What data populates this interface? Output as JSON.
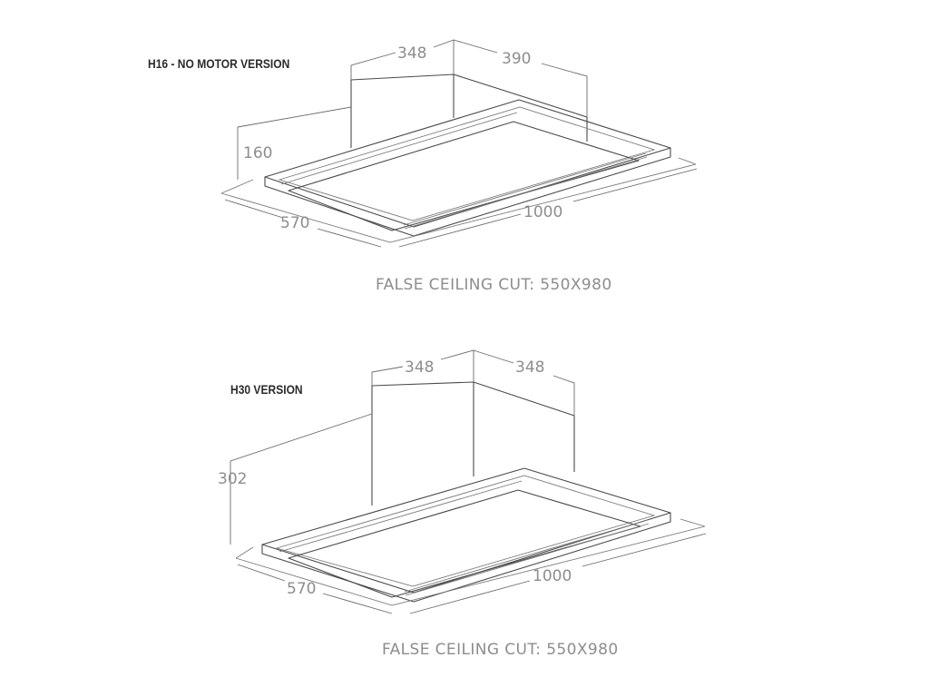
{
  "top": {
    "version_label": "H16 - NO MOTOR VERSION",
    "cut_label": "FALSE CEILING CUT: 550X980",
    "dims": {
      "chimney_left": "348",
      "chimney_right": "390",
      "height": "160",
      "depth": "570",
      "width": "1000"
    }
  },
  "bottom": {
    "version_label": "H30 VERSION",
    "cut_label": "FALSE CEILING CUT: 550X980",
    "dims": {
      "chimney_left": "348",
      "chimney_right": "348",
      "height": "302",
      "depth": "570",
      "width": "1000"
    }
  },
  "colors": {
    "outline": "#4a4a4a",
    "dimension_text": "#8d8d8d",
    "label_text": "#2b2b2b"
  }
}
